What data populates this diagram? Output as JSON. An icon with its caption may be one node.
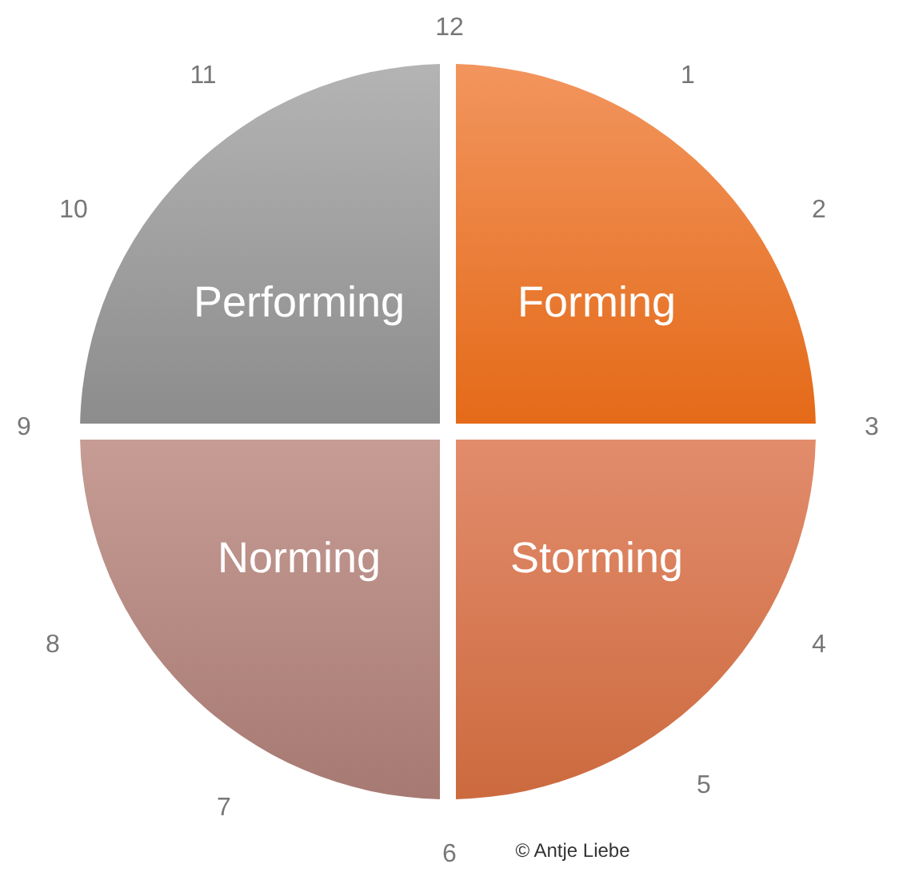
{
  "diagram": {
    "nodes": [
      {
        "text": [
          "Performing"
        ]
      },
      {
        "text": [
          "Forming"
        ]
      },
      {
        "text": [
          "Norming"
        ]
      },
      {
        "text": [
          "Storming"
        ]
      }
    ],
    "labels": [
      "12",
      "1",
      "2",
      "3",
      "4",
      "5",
      "6",
      "7",
      "8",
      "9",
      "10",
      "11",
      "© Antje Liebe"
    ]
  }
}
